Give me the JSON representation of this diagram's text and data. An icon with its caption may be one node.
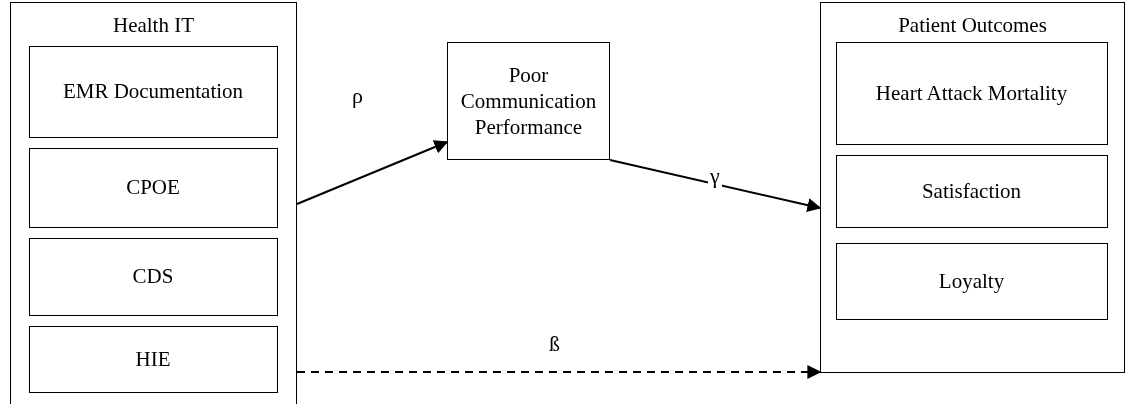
{
  "diagram": {
    "nodes": [
      {
        "text": [
          "Health IT"
        ]
      },
      {
        "text": [
          "EMR Documentation"
        ],
        "in": 0
      },
      {
        "text": [
          "CPOE"
        ],
        "in": 0
      },
      {
        "text": [
          "CDS"
        ],
        "in": 0
      },
      {
        "text": [
          "HIE"
        ],
        "in": 0
      },
      {
        "text": [
          "Poor Communication Performance"
        ]
      },
      {
        "text": [
          "Patient Outcomes"
        ]
      },
      {
        "text": [
          "Heart Attack Mortality"
        ],
        "in": 6
      },
      {
        "text": [
          "Satisfaction"
        ],
        "in": 6
      },
      {
        "text": [
          "Loyalty"
        ],
        "in": 6
      }
    ],
    "edges": [
      {
        "from": 0,
        "to": 5,
        "arrow": "to",
        "label": "ρ"
      },
      {
        "from": 5,
        "to": 6,
        "arrow": "to",
        "label": "γ"
      },
      {
        "from": 0,
        "to": 6,
        "arrow": "to",
        "label": "ß",
        "style": "dashed"
      }
    ]
  }
}
